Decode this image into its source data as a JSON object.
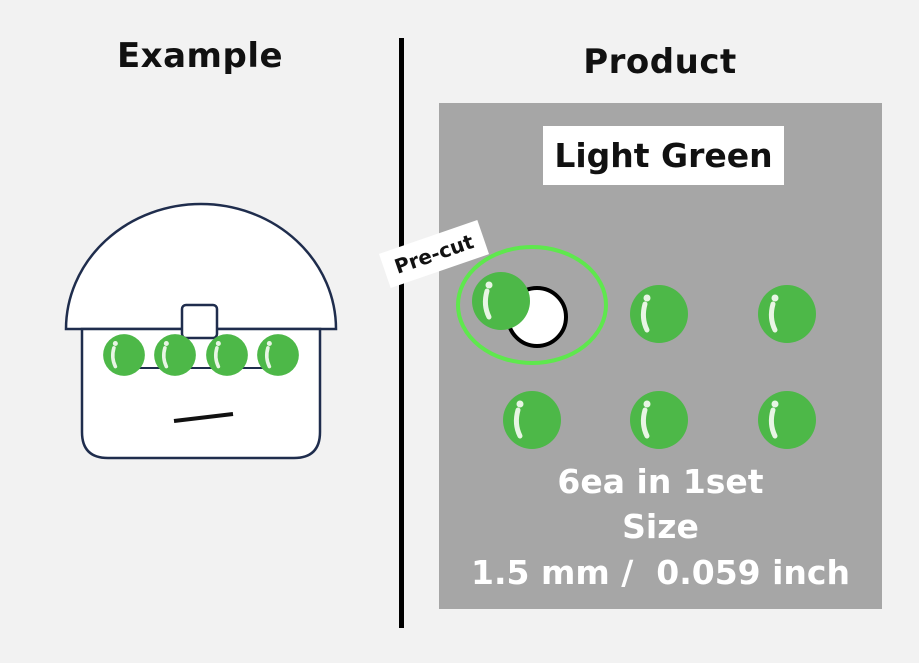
{
  "example": {
    "title": "Example"
  },
  "product": {
    "title": "Product",
    "color_label": "Light Green",
    "precut_label": "Pre-cut",
    "spec_count": "6ea in 1set",
    "spec_size_label": "Size",
    "spec_size": "1.5 mm /  0.059 inch"
  },
  "colors": {
    "bead": "#4db848",
    "bead_highlight": "#e8f5e4",
    "precut_ring": "#5ee84d",
    "panel": "#a6a6a6",
    "outline": "#1f2d4d"
  }
}
